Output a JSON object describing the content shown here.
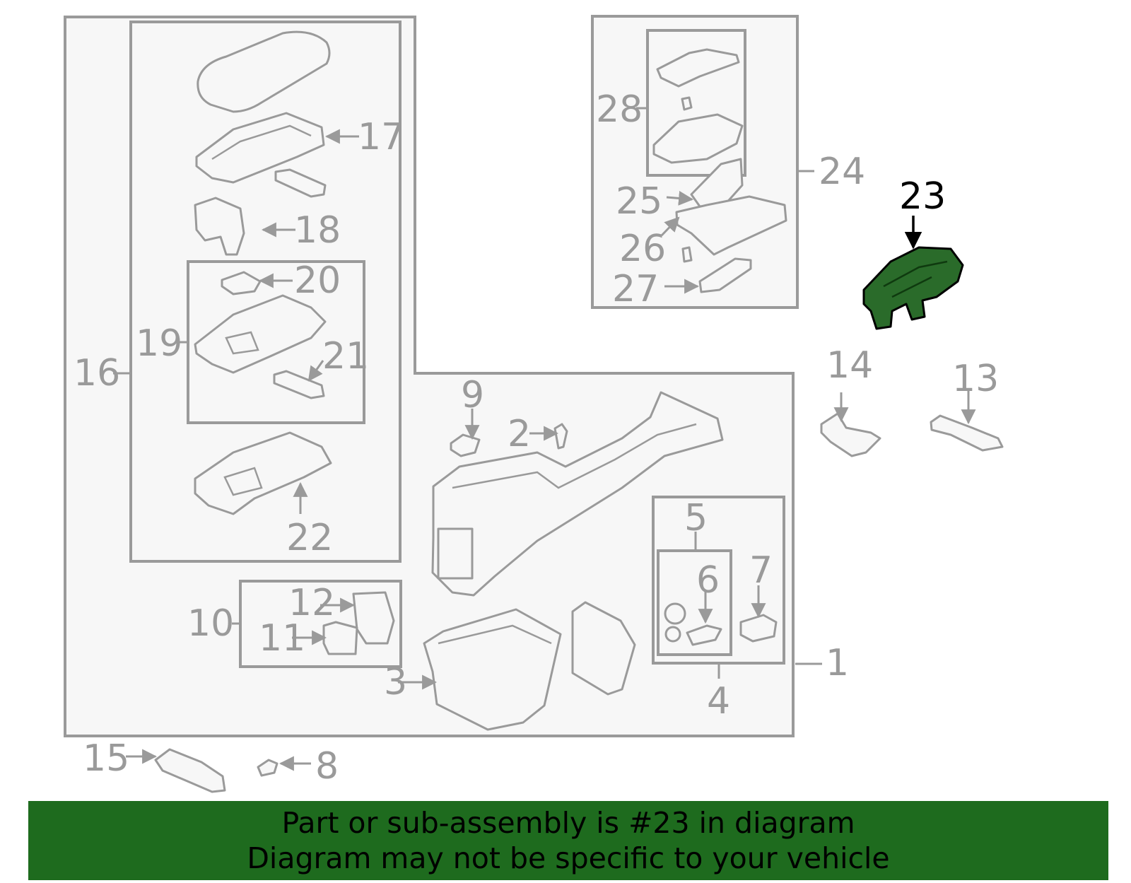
{
  "highlighted_part": "23",
  "callouts": {
    "p1": "1",
    "p2": "2",
    "p3": "3",
    "p4": "4",
    "p5": "5",
    "p6": "6",
    "p7": "7",
    "p8": "8",
    "p9": "9",
    "p10": "10",
    "p11": "11",
    "p12": "12",
    "p13": "13",
    "p14": "14",
    "p15": "15",
    "p16": "16",
    "p17": "17",
    "p18": "18",
    "p19": "19",
    "p20": "20",
    "p21": "21",
    "p22": "22",
    "p23": "23",
    "p24": "24",
    "p25": "25",
    "p26": "26",
    "p27": "27",
    "p28": "28"
  },
  "banner": {
    "line1": "Part or sub-assembly is #23 in diagram",
    "line2": "Diagram may not be specific to your vehicle",
    "color": "#1e6b1e"
  },
  "colors": {
    "outline": "#9a9a9a",
    "highlight_fill": "#2a6b2a",
    "highlight_label": "#000000"
  }
}
